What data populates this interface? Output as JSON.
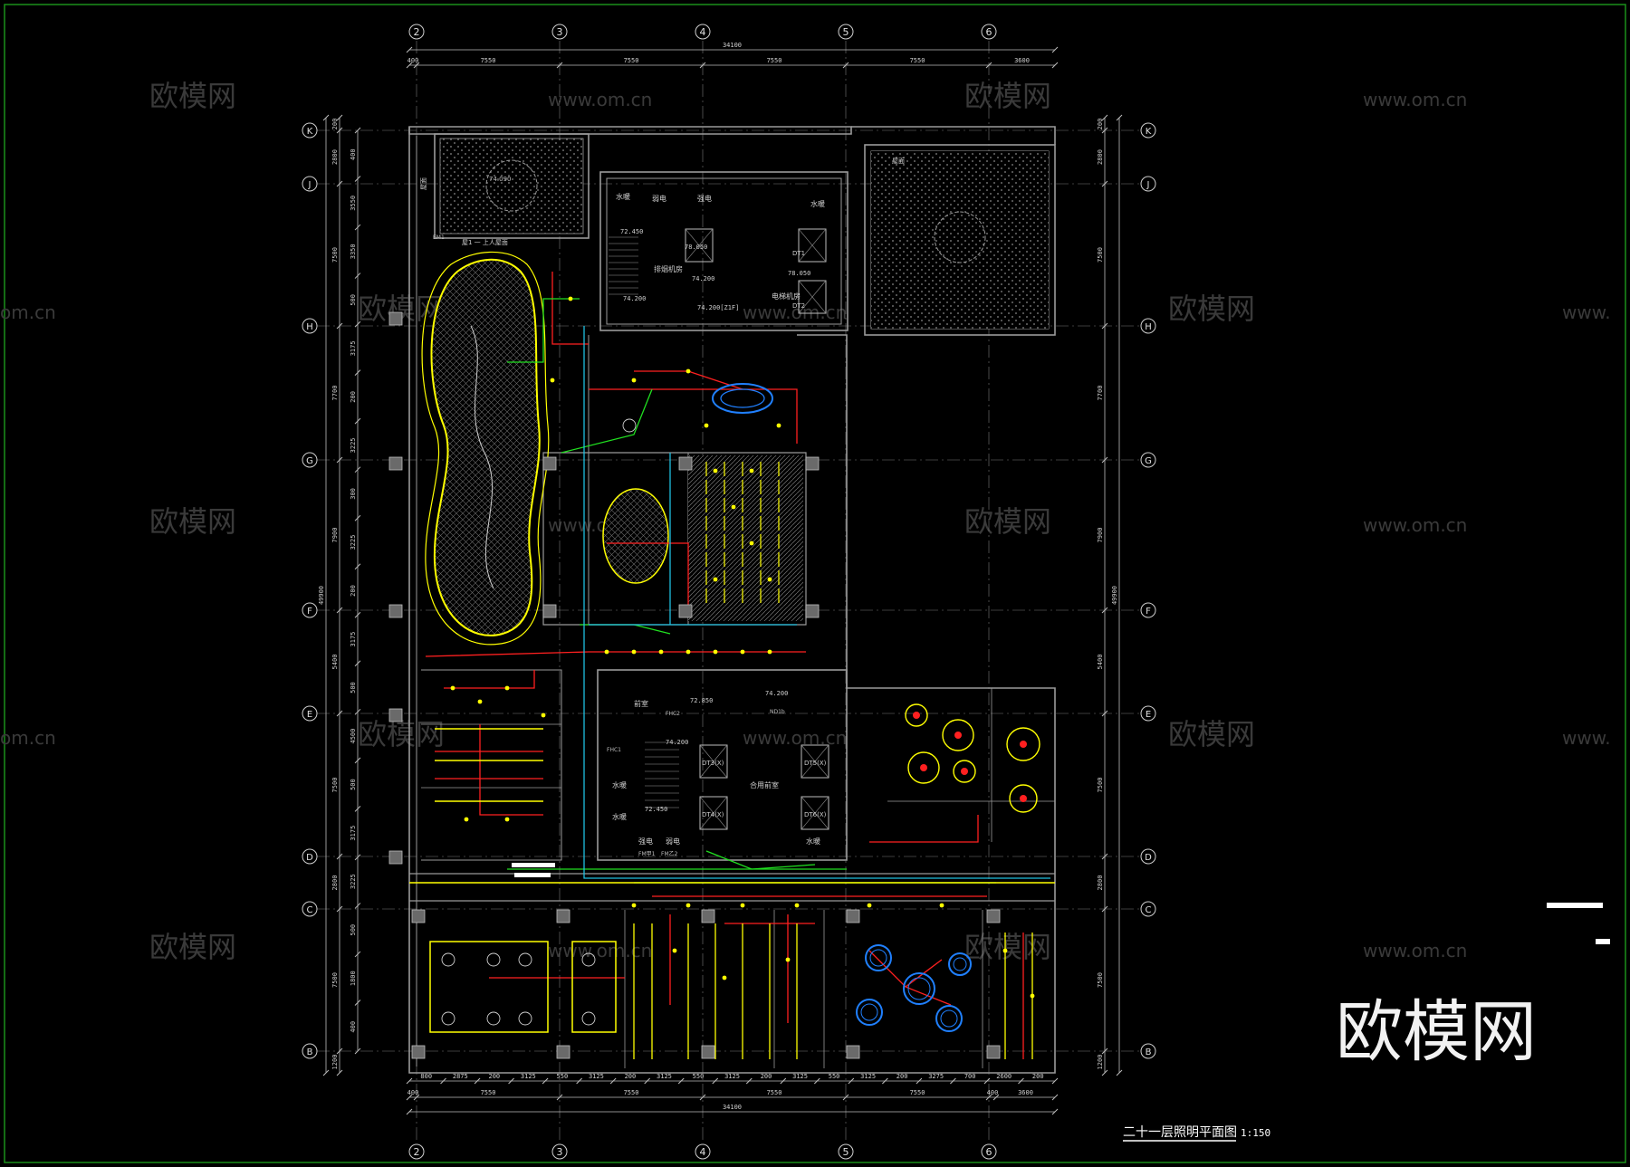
{
  "drawing": {
    "title": "二十一层照明平面图",
    "scale": "1:150",
    "background_color": "#000000",
    "frame_color": "#1a8f1a"
  },
  "grid": {
    "columns": [
      "2",
      "3",
      "4",
      "5",
      "6"
    ],
    "rows": [
      "K",
      "J",
      "H",
      "G",
      "F",
      "E",
      "D",
      "C",
      "B"
    ]
  },
  "dimensions": {
    "top_total": "34100",
    "top_spans": [
      "400",
      "7550",
      "7550",
      "7550",
      "7550",
      "3600"
    ],
    "bottom_total": "34100",
    "bottom_spans": [
      "400",
      "7550",
      "7550",
      "7550",
      "7550",
      "400",
      "3600"
    ],
    "bottom_details": [
      "800",
      "2875",
      "200",
      "3125",
      "550",
      "3125",
      "200",
      "3125",
      "550",
      "3125",
      "200",
      "3125",
      "550",
      "3125",
      "200",
      "3275",
      "700",
      "2600",
      "200"
    ],
    "left_total": "49900",
    "left_spans": [
      "200",
      "2800",
      "7500",
      "7700",
      "7900",
      "5400",
      "7500",
      "2800",
      "7500",
      "1200"
    ],
    "left_details": [
      "400",
      "3550",
      "3350",
      "500",
      "3175",
      "200",
      "3225",
      "300",
      "3225",
      "200",
      "3175",
      "500",
      "4500",
      "500",
      "3175",
      "3225",
      "500",
      "1800",
      "400"
    ],
    "right_total": "49900",
    "right_spans": [
      "200",
      "2800",
      "7500",
      "7700",
      "7900",
      "5400",
      "7500",
      "2800",
      "7500",
      "1200"
    ]
  },
  "rooms": {
    "roof_garden_note": "屋1 一 上人屋面",
    "roof_level": "74.090",
    "roof_west_label": "屋面",
    "roof_east_label": "屋面",
    "core_north": [
      "水暖",
      "弱电",
      "强电",
      "电梯机房",
      "排烟机房",
      "水暖"
    ],
    "core_north_levels": [
      "72.450",
      "74.200",
      "74.200",
      "78.050",
      "74.200[Z1F]",
      "78.050"
    ],
    "core_south": [
      "前室",
      "水暖",
      "强电",
      "弱电",
      "水暖",
      "合用前室",
      "水暖"
    ],
    "core_south_levels": [
      "72.850",
      "74.200",
      "74.200",
      "72.450"
    ],
    "elevator_labels": [
      "DT1",
      "DT2",
      "DT3(X)",
      "DT4(X)",
      "DT5(X)",
      "DT6(X)"
    ],
    "door_codes": [
      "FM甲1",
      "FM乙2",
      "FHC1",
      "FHC2",
      "ND1b"
    ],
    "equipment_tags": [
      "EM1"
    ]
  },
  "watermarks": {
    "brand": "欧模网",
    "url": "www.om.cn",
    "url_partial": "om.cn",
    "url_prefix": "www."
  },
  "colors": {
    "wall": "#9a9a9a",
    "grid_line": "#7a7a7a",
    "circuit_red": "#ff2020",
    "fixture_yellow": "#ffff00",
    "circuit_green": "#20e020",
    "circuit_cyan": "#20c0e0",
    "downlight_blue": "#2080ff",
    "hatch": "#8a8a8a",
    "watermark": "#3a3a3a",
    "watermark_big": "#ffffff"
  }
}
